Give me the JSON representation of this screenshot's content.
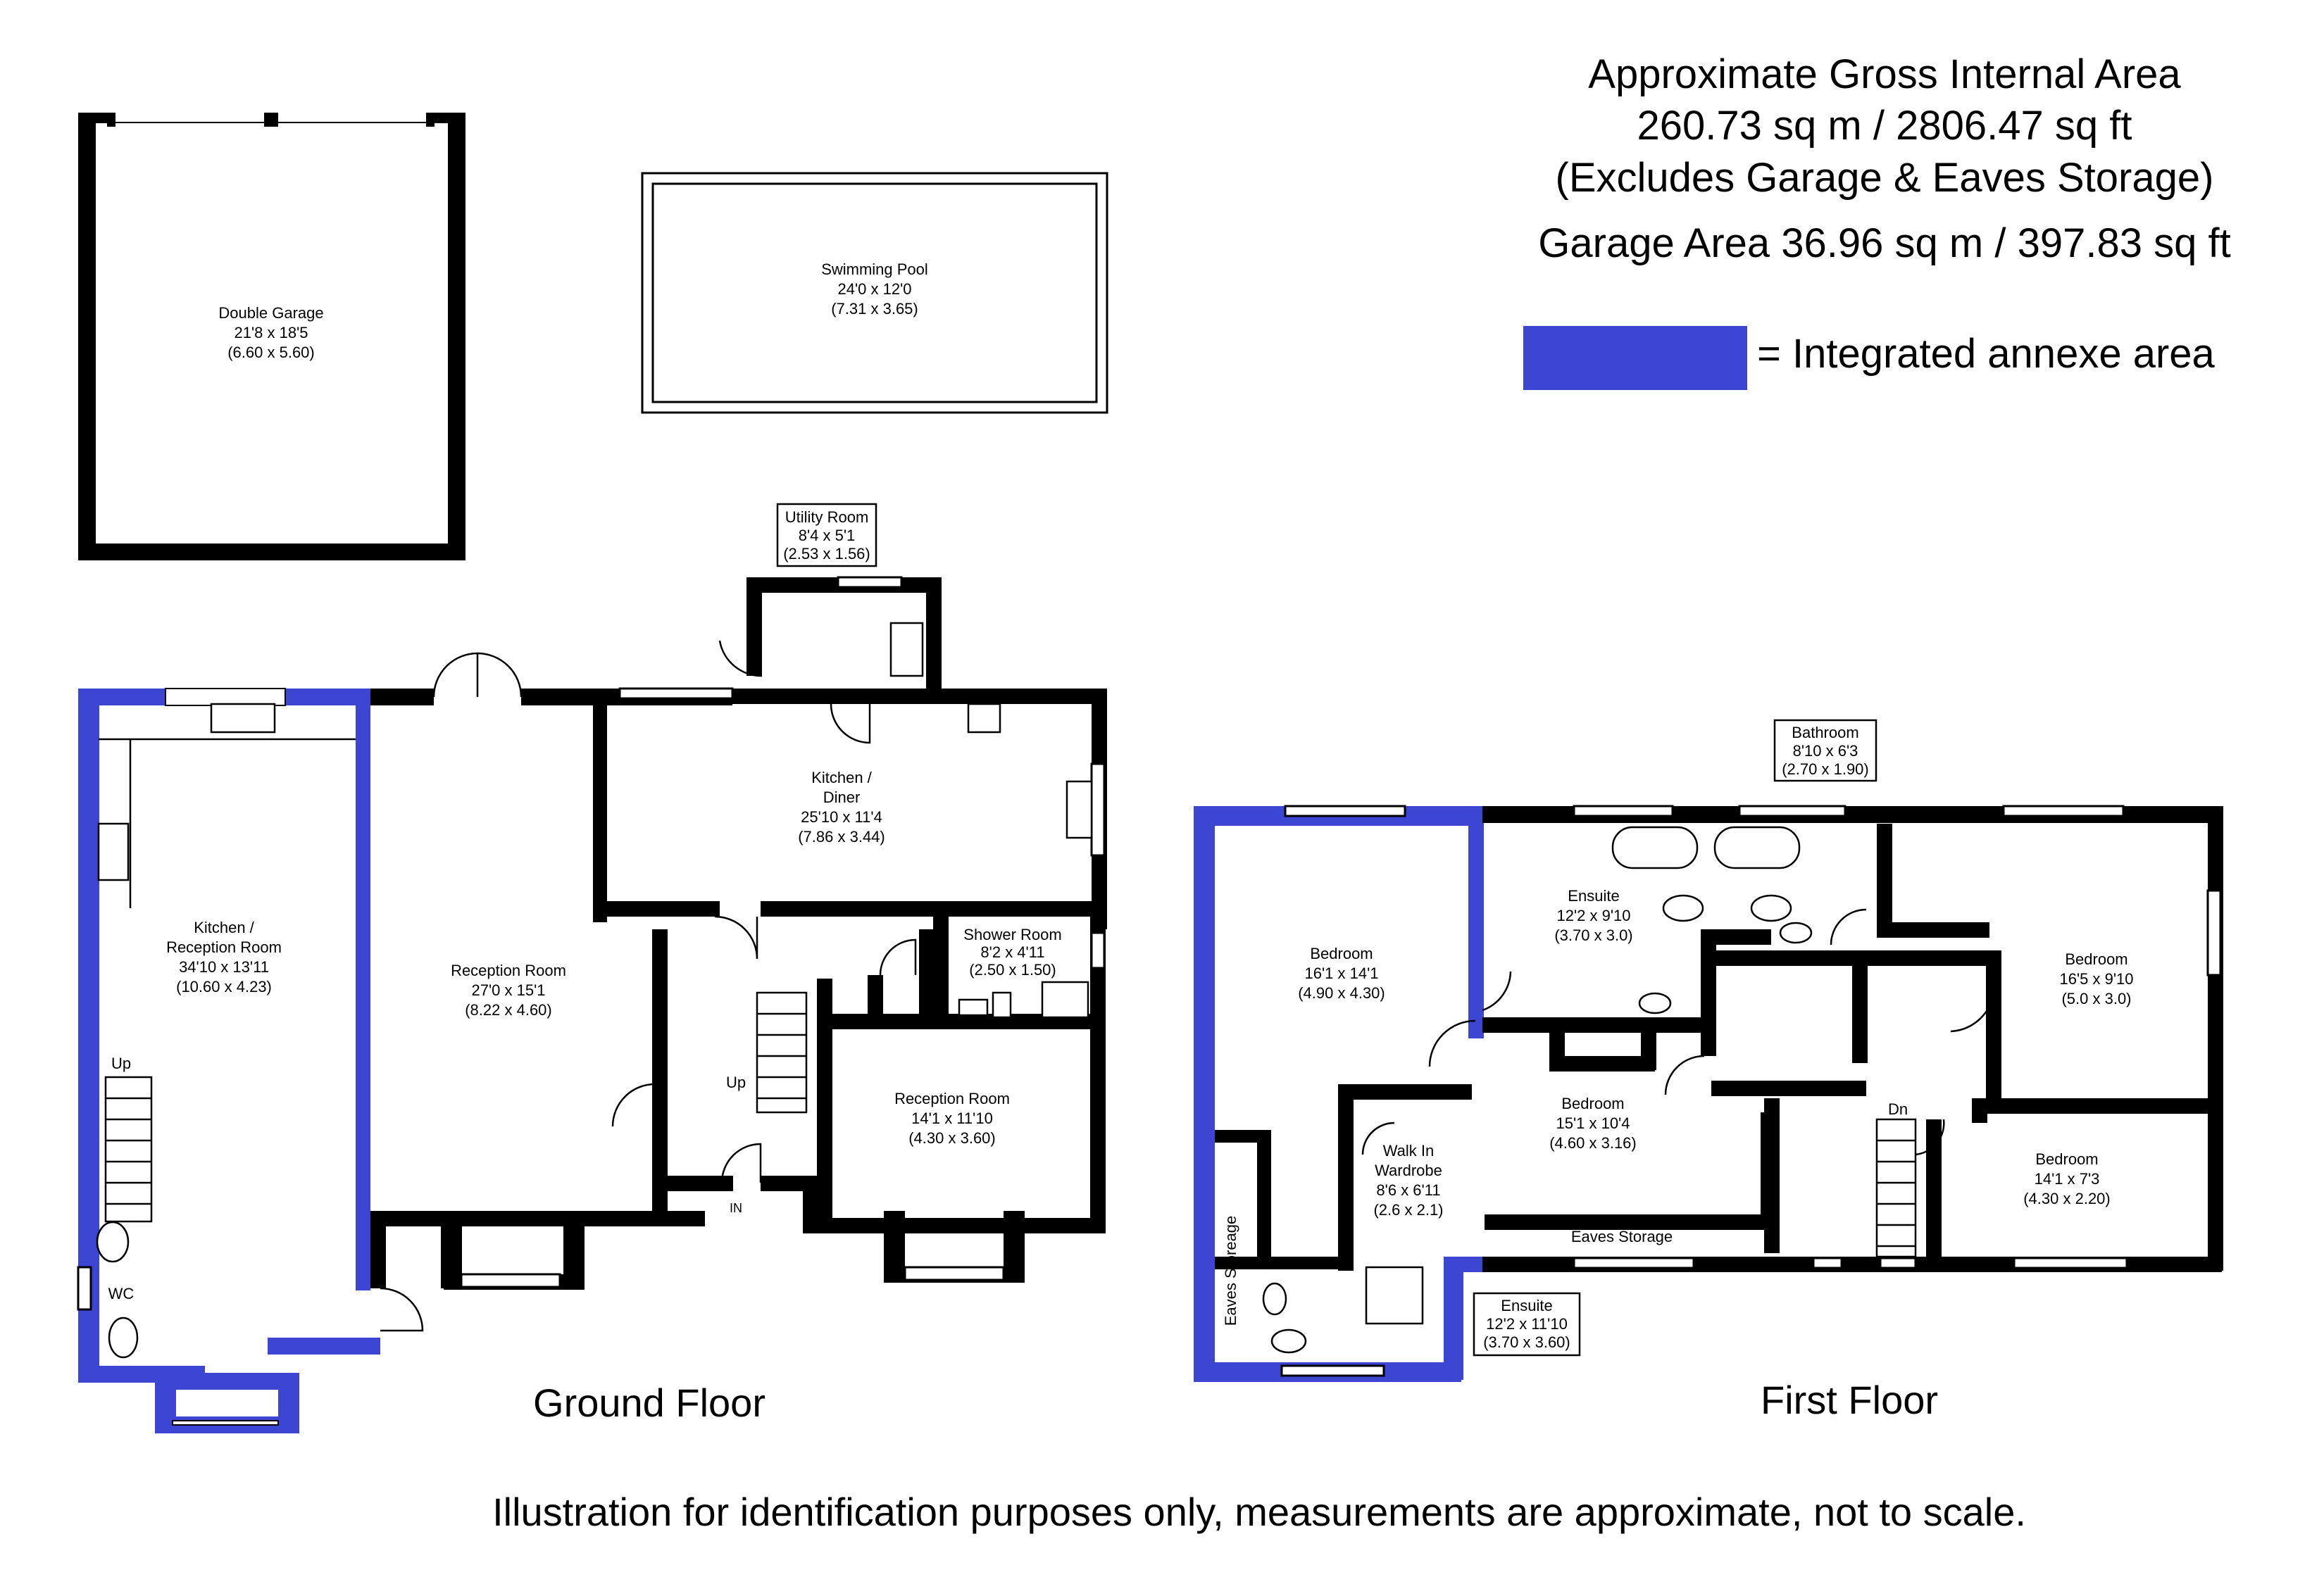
{
  "info": {
    "title": "Approximate Gross Internal Area",
    "area": "260.73 sq m / 2806.47 sq ft",
    "note": "(Excludes Garage & Eaves Storage)",
    "garage_area": "Garage Area 36.96 sq m / 397.83 sq ft",
    "legend_label": "= Integrated annexe area"
  },
  "colors": {
    "annexe": "#3c46d2",
    "walls": "#000000",
    "background": "#ffffff"
  },
  "floors": {
    "ground": "Ground Floor",
    "first": "First Floor"
  },
  "disclaimer": "Illustration for identification purposes only, measurements are approximate, not to scale.",
  "outbuildings": {
    "garage": {
      "name": "Double Garage",
      "imperial": "21'8 x 18'5",
      "metric": "(6.60 x 5.60)"
    },
    "pool": {
      "name": "Swimming Pool",
      "imperial": "24'0 x 12'0",
      "metric": "(7.31 x 3.65)"
    }
  },
  "ground": {
    "utility": {
      "name": "Utility Room",
      "imperial": "8'4 x 5'1",
      "metric": "(2.53 x 1.56)"
    },
    "kitchen_diner": {
      "name1": "Kitchen /",
      "name2": "Diner",
      "imperial": "25'10 x 11'4",
      "metric": "(7.86 x 3.44)"
    },
    "kitchen_reception": {
      "name1": "Kitchen /",
      "name2": "Reception Room",
      "imperial": "34'10 x 13'11",
      "metric": "(10.60 x 4.23)"
    },
    "reception_1": {
      "name": "Reception Room",
      "imperial": "27'0 x 15'1",
      "metric": "(8.22 x 4.60)"
    },
    "shower": {
      "name": "Shower Room",
      "imperial": "8'2 x 4'11",
      "metric": "(2.50 x 1.50)"
    },
    "reception_2": {
      "name": "Reception Room",
      "imperial": "14'1 x 11'10",
      "metric": "(4.30 x 3.60)"
    },
    "wc": "WC",
    "up_left": "Up",
    "up_hall": "Up",
    "entrance": "IN"
  },
  "first": {
    "bathroom": {
      "name": "Bathroom",
      "imperial": "8'10 x 6'3",
      "metric": "(2.70 x 1.90)"
    },
    "bedroom_1": {
      "name": "Bedroom",
      "imperial": "16'1 x 14'1",
      "metric": "(4.90 x 4.30)"
    },
    "ensuite_1": {
      "name": "Ensuite",
      "imperial": "12'2 x 9'10",
      "metric": "(3.70 x 3.0)"
    },
    "bedroom_2": {
      "name": "Bedroom",
      "imperial": "16'5 x 9'10",
      "metric": "(5.0 x 3.0)"
    },
    "bedroom_3": {
      "name": "Bedroom",
      "imperial": "15'1 x 10'4",
      "metric": "(4.60 x 3.16)"
    },
    "wardrobe": {
      "name1": "Walk In",
      "name2": "Wardrobe",
      "imperial": "8'6 x 6'11",
      "metric": "(2.6 x 2.1)"
    },
    "bedroom_4": {
      "name": "Bedroom",
      "imperial": "14'1 x 7'3",
      "metric": "(4.30 x 2.20)"
    },
    "eaves_1": "Eaves Storage",
    "eaves_2": "Eaves Storeage",
    "ensuite_2": {
      "name": "Ensuite",
      "imperial": "12'2 x 11'10",
      "metric": "(3.70 x 3.60)"
    },
    "down": "Dn"
  }
}
